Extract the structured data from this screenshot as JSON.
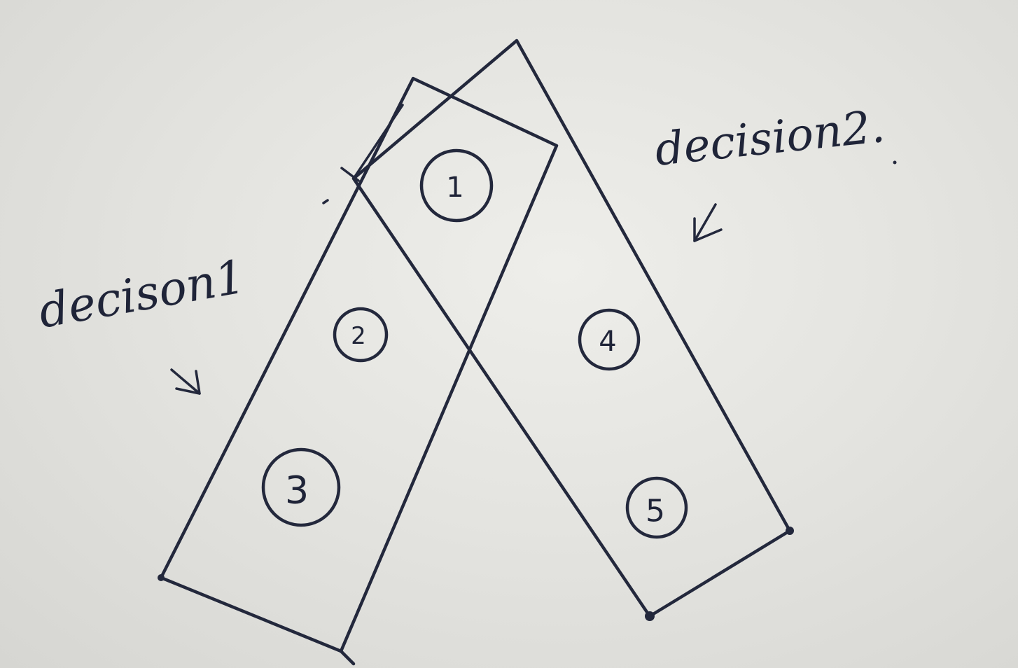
{
  "labels": {
    "left": "decison1",
    "right": "decision2."
  },
  "nodes": [
    "1",
    "2",
    "3",
    "4",
    "5"
  ],
  "colors": {
    "paper": "#e6e6e2",
    "ink": "#23283c"
  },
  "icons": {
    "left_arrow": "arrow-down-right-icon",
    "right_arrow": "arrow-down-left-icon"
  }
}
